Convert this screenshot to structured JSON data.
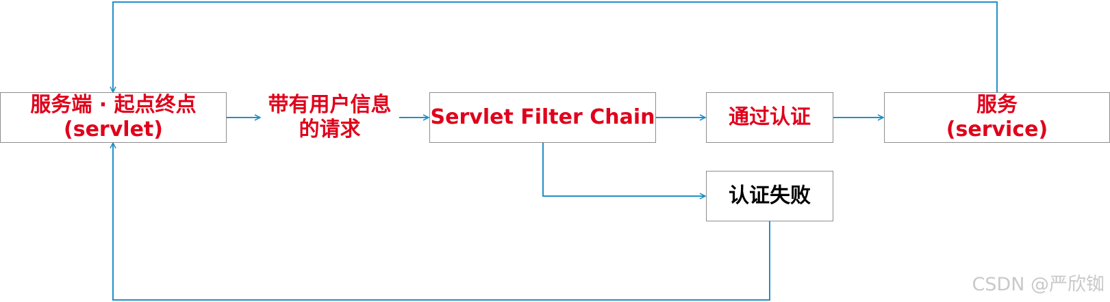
{
  "diagram": {
    "nodes": {
      "server": "服务端 · 起点终点\n(servlet)",
      "request": "带有用户信息\n的请求",
      "filter_chain": "Servlet Filter Chain",
      "auth_pass": "通过认证",
      "service": "服务\n(service)",
      "auth_fail": "认证失败"
    },
    "colors": {
      "node_text": "#e0001b",
      "fail_text": "#000000",
      "connector": "#1f8fc9",
      "box_border": "#8c8c8c"
    }
  },
  "watermark": "CSDN @严欣铷"
}
